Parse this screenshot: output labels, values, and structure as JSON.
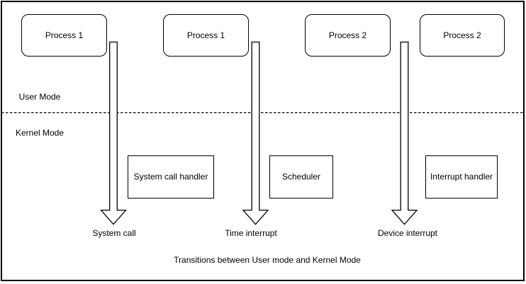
{
  "diagram": {
    "caption": "Transitions between User mode and Kernel Mode",
    "modes": {
      "user": "User Mode",
      "kernel": "Kernel Mode"
    },
    "processes": [
      {
        "label": "Process 1"
      },
      {
        "label": "Process 1"
      },
      {
        "label": "Process 2"
      },
      {
        "label": "Process 2"
      }
    ],
    "handlers": [
      {
        "label": "System call handler"
      },
      {
        "label": "Scheduler"
      },
      {
        "label": "Interrupt handler"
      }
    ],
    "transitions": [
      {
        "label": "System call"
      },
      {
        "label": "Time interrupt"
      },
      {
        "label": "Device interrupt"
      }
    ],
    "colors": {
      "stroke": "#000000",
      "background": "#ffffff"
    }
  }
}
